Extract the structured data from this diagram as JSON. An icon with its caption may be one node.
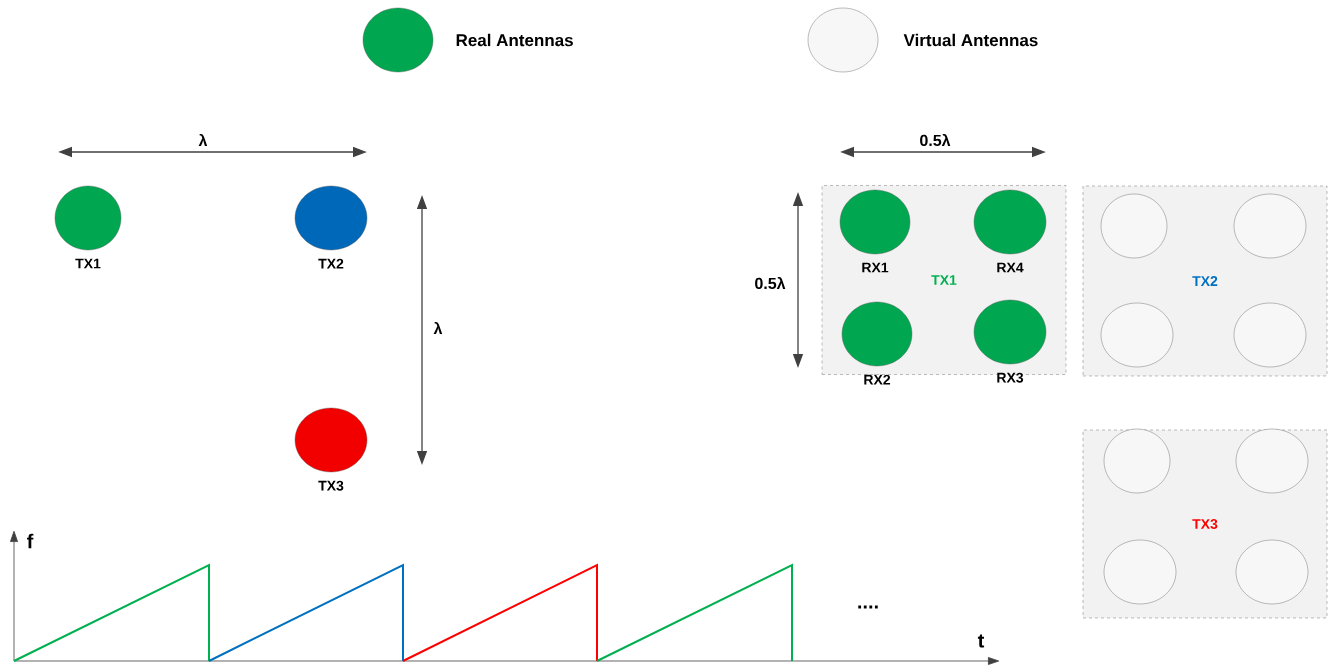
{
  "diagram": {
    "nodes": [
      {
        "text": [
          "TX1"
        ]
      },
      {
        "text": [
          "TX2"
        ]
      },
      {
        "text": [
          "TX3"
        ]
      },
      {
        "text": [
          "TX1"
        ]
      },
      {
        "text": [
          "RX1"
        ],
        "in": 3
      },
      {
        "text": [
          "RX4"
        ],
        "in": 3
      },
      {
        "text": [
          "RX2"
        ],
        "in": 3
      },
      {
        "text": [
          "RX3"
        ],
        "in": 3
      },
      {
        "text": [
          "TX2"
        ]
      },
      {
        "text": [],
        "shape": "circle",
        "in": 8
      },
      {
        "text": [],
        "shape": "circle",
        "in": 8
      },
      {
        "text": [],
        "shape": "circle",
        "in": 8
      },
      {
        "text": [],
        "shape": "circle",
        "in": 8
      },
      {
        "text": [
          "TX3"
        ]
      },
      {
        "text": [],
        "shape": "circle",
        "in": 13
      },
      {
        "text": [],
        "shape": "circle",
        "in": 13
      },
      {
        "text": [],
        "shape": "circle",
        "in": 13
      },
      {
        "text": [],
        "shape": "circle",
        "in": 13
      }
    ],
    "labels": [
      "λ",
      "0.5λ",
      "0.5λ",
      "λ",
      "f",
      "....",
      "t"
    ],
    "legend": [
      {
        "text": "Real Antennas",
        "color": "#00a650"
      },
      {
        "text": "Virtual Antennas",
        "color": "#f7f7f7"
      }
    ]
  }
}
